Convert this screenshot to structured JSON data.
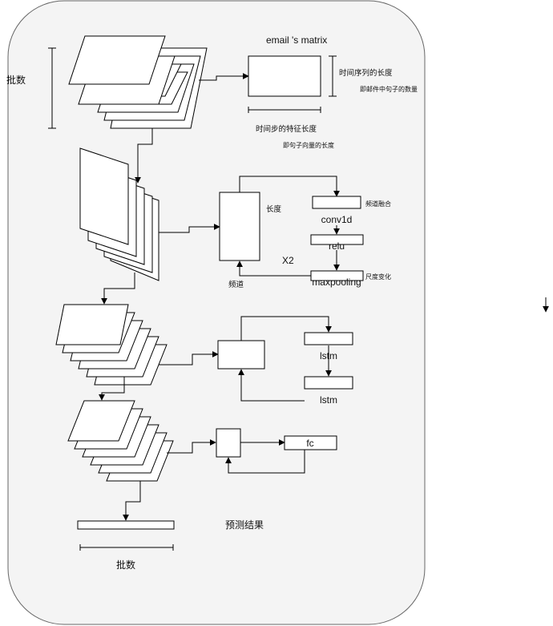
{
  "labels": {
    "email_matrix": "email 's matrix",
    "batch_left": "批数",
    "seq_length": "时间序列的长度",
    "sentence_count": "即邮件中句子的数量",
    "step_feature_len": "时间步的特征长度",
    "sentence_vec_len": "即句子向量的长度",
    "length": "长度",
    "channel": "频道",
    "repeat": "X2",
    "channel_fusion": "频道融合",
    "scale_change": "尺度变化",
    "predict_result": "预测结果",
    "batch_bottom": "批数"
  },
  "blocks": {
    "conv1d": "conv1d",
    "relu": "relu",
    "maxpooling": "maxpooling",
    "lstm1": "lstm",
    "lstm2": "lstm",
    "fc": "fc"
  },
  "colors": {
    "panel_fill": "#f4f4f4",
    "panel_stroke": "#666666",
    "stroke": "#000000",
    "box_fill": "#ffffff"
  }
}
